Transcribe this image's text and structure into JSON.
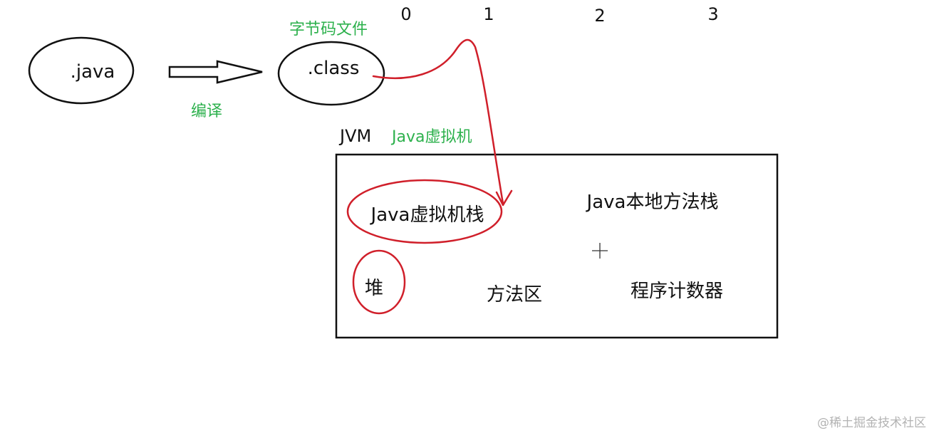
{
  "diagram": {
    "source_file": ".java",
    "compile_label": "编译",
    "bytecode_label": "字节码文件",
    "class_file": ".class",
    "jvm_title": "JVM",
    "jvm_subtitle": "Java虚拟机",
    "regions": {
      "jvm_stack": "Java虚拟机栈",
      "native_method_stack": "Java本地方法栈",
      "heap": "堆",
      "method_area": "方法区",
      "program_counter": "程序计数器"
    },
    "index_labels": [
      "0",
      "1",
      "2",
      "3"
    ]
  },
  "watermark": "@稀土掘金技术社区",
  "colors": {
    "ink": "#111111",
    "green": "#2db14d",
    "red": "#d01f2a",
    "watermark": "#b3b3b3"
  }
}
